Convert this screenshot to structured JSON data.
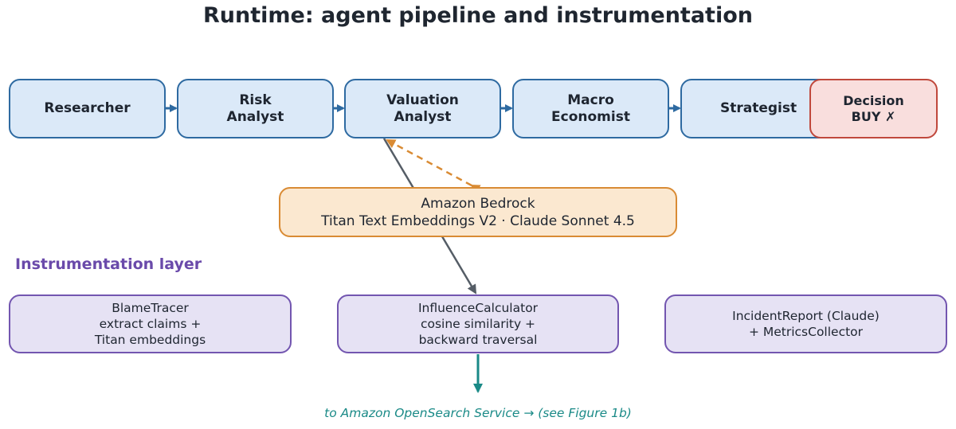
{
  "title": "Runtime: agent pipeline and instrumentation",
  "agents": [
    {
      "label": "Researcher"
    },
    {
      "label": "Risk\nAnalyst"
    },
    {
      "label": "Valuation\nAnalyst"
    },
    {
      "label": "Macro\nEconomist"
    },
    {
      "label": "Strategist"
    }
  ],
  "decision": {
    "label": "Decision\nBUY ✗"
  },
  "bedrock": {
    "label": "Amazon Bedrock\nTitan Text Embeddings V2  ·  Claude Sonnet 4.5"
  },
  "instrumentation": {
    "heading": "Instrumentation layer",
    "components": [
      {
        "label": "BlameTracer\nextract claims +\nTitan embeddings"
      },
      {
        "label": "InfluenceCalculator\ncosine similarity +\nbackward traversal"
      },
      {
        "label": "IncidentReport (Claude)\n+ MetricsCollector"
      }
    ]
  },
  "footer": "to Amazon OpenSearch Service  →  (see Figure 1b)",
  "colors": {
    "agent_fill": "#dbe9f8",
    "agent_border": "#2e6aa1",
    "decision_fill": "#f9dedd",
    "decision_border": "#c0483c",
    "bedrock_fill": "#fbe8d0",
    "bedrock_border": "#d98b34",
    "instrumentation_fill": "#e6e2f4",
    "instrumentation_border": "#7356b0",
    "footer_text": "#1a8a87"
  }
}
